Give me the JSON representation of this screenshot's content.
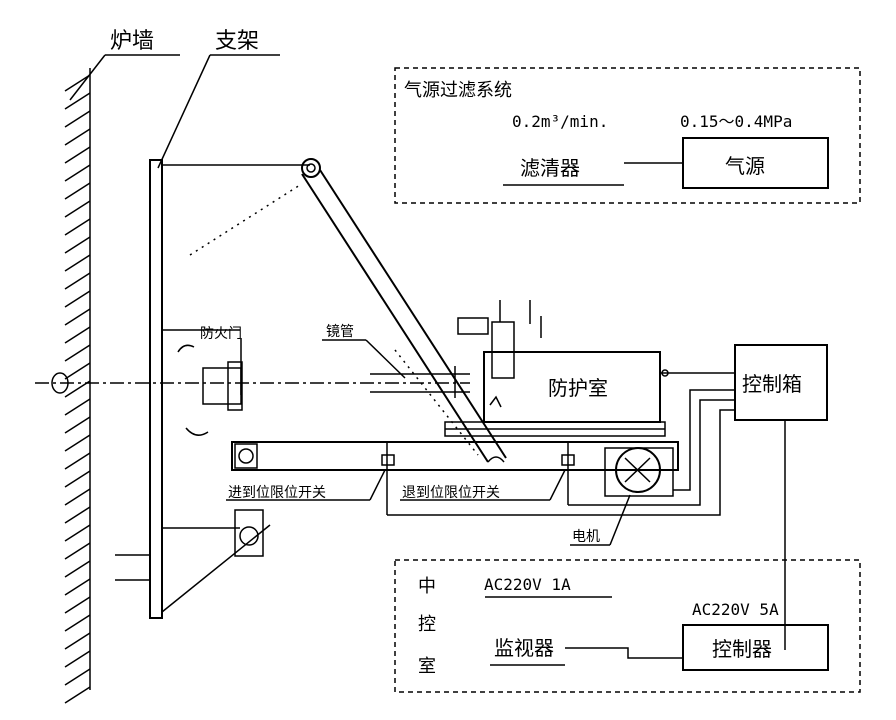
{
  "labels": {
    "furnace_wall": "炉墙",
    "bracket": "支架",
    "fire_door": "防火门",
    "lens_tube": "镜管",
    "protection_room": "防护室",
    "control_box": "控制箱",
    "retract_limit_switch": "退到位限位开关",
    "advance_limit_switch": "进到位限位开关",
    "motor": "电机"
  },
  "air_system": {
    "title": "气源过滤系统",
    "flow": "0.2m³/min.",
    "pressure": "0.15～0.4MPa",
    "filter": "滤清器",
    "source": "气源"
  },
  "central_control": {
    "title_1": "中",
    "title_2": "控",
    "title_3": "室",
    "power_1": "AC220V 1A",
    "power_2": "AC220V 5A",
    "monitor": "监视器",
    "controller": "控制器"
  }
}
